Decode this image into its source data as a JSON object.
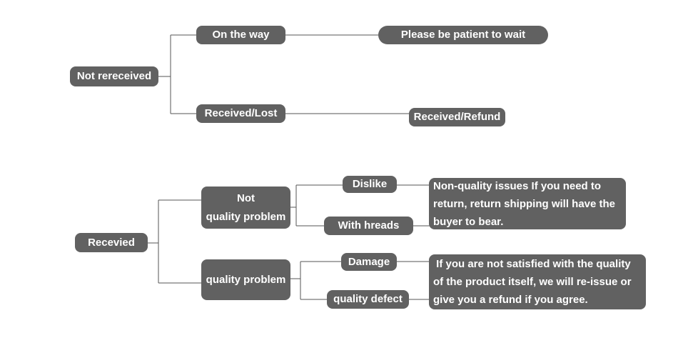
{
  "colors": {
    "node_fill": "#616161",
    "node_text": "#ffffff",
    "line": "#555555"
  },
  "diagram": {
    "not_received": {
      "root": "Not rereceived",
      "on_the_way": "On the way",
      "on_the_way_result": "Please be patient to wait",
      "received_lost": "Received/Lost",
      "received_lost_result": "Received/Refund"
    },
    "received": {
      "root": "Recevied",
      "not_quality_line1": "Not",
      "not_quality_line2": "quality problem",
      "dislike": "Dislike",
      "with_hreads": "With hreads",
      "non_quality_note": [
        "Non-quality issues If you need to",
        "return, return shipping will have the",
        "buyer to bear."
      ],
      "quality_problem": "quality problem",
      "damage": "Damage",
      "quality_defect": "quality defect",
      "quality_note": [
        " If you are not satisfied with the quality",
        "of the product itself, we will re-issue or",
        "give you a refund if you agree."
      ]
    }
  }
}
